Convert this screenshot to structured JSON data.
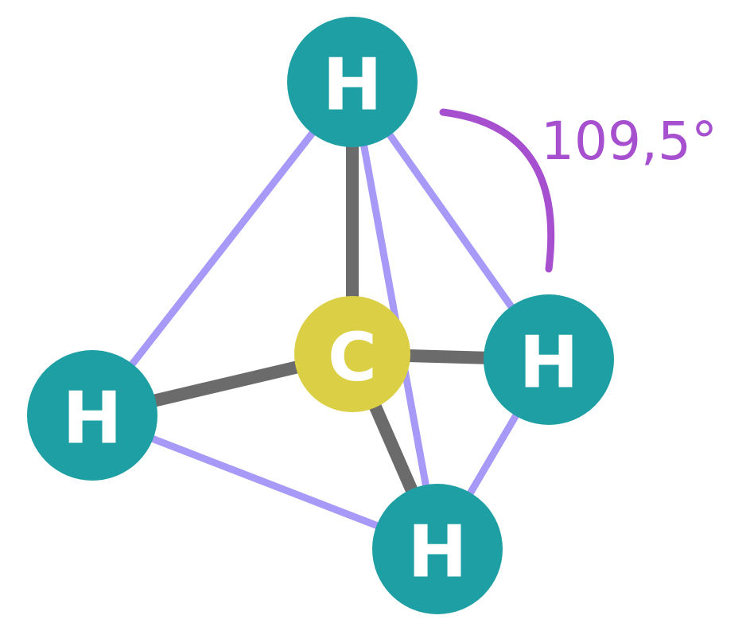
{
  "atoms": {
    "carbon": {
      "label": "C"
    },
    "hydrogen_top": {
      "label": "H"
    },
    "hydrogen_left": {
      "label": "H"
    },
    "hydrogen_right": {
      "label": "H"
    },
    "hydrogen_bottom": {
      "label": "H"
    }
  },
  "angle_label": "109,5°",
  "colors": {
    "hydrogen": "#1e9fa3",
    "carbon": "#dbcf45",
    "bond": "#6b6b6b",
    "edge": "#a699f7",
    "angle": "#a64fcf"
  }
}
